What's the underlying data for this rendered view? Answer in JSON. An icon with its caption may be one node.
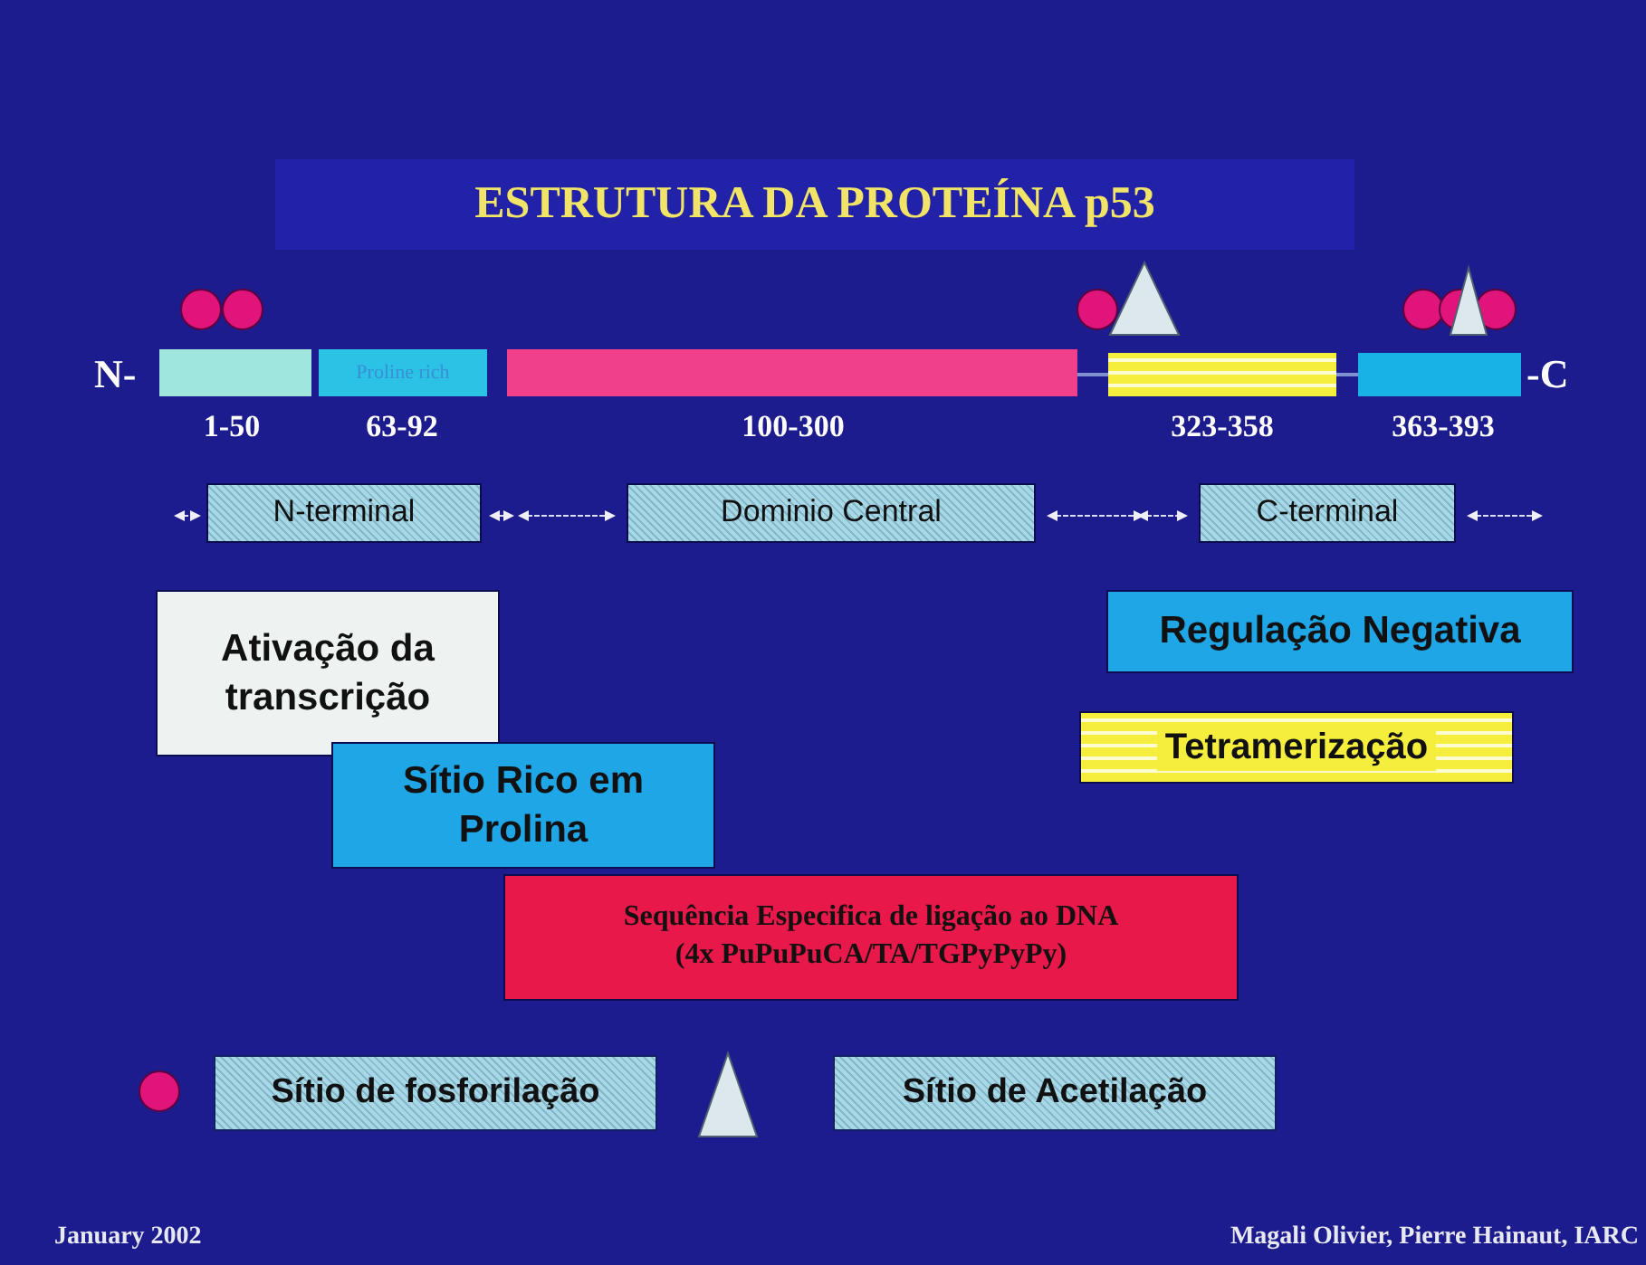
{
  "diagram": {
    "title": "ESTRUTURA DA PROTEÍNA p53",
    "nodes": [
      {
        "text": [],
        "shape": "bar",
        "beside": [
          "1-50"
        ]
      },
      {
        "text": [
          "Proline rich"
        ],
        "beside": [
          "63-92"
        ]
      },
      {
        "text": [],
        "shape": "bar",
        "beside": [
          "100-300"
        ]
      },
      {
        "text": [],
        "shape": "bar",
        "beside": [
          "323-358"
        ]
      },
      {
        "text": [],
        "shape": "bar",
        "beside": [
          "363-393"
        ]
      },
      {
        "text": [
          "N-terminal"
        ]
      },
      {
        "text": [
          "Dominio Central"
        ]
      },
      {
        "text": [
          "C-terminal"
        ]
      },
      {
        "text": [
          "Ativação da transcrição"
        ]
      },
      {
        "text": [
          "Regulação Negativa"
        ]
      },
      {
        "text": [
          "Tetramerização"
        ]
      },
      {
        "text": [
          "Sítio Rico em Prolina"
        ]
      },
      {
        "text": [
          "Sequência Especifica de ligação ao DNA",
          "(4x PuPuPuCA/TA/TGPyPyPy)"
        ]
      }
    ],
    "edges": [
      {
        "from": 2,
        "to": 3,
        "arrow": "none"
      },
      {
        "from": 3,
        "to": 4,
        "arrow": "none"
      }
    ],
    "labels": [
      "N-",
      "-C",
      "January 2002",
      "Magali Olivier, Pierre Hainaut, IARC"
    ],
    "legend": [
      {
        "text": "Sítio de fosforilação"
      },
      {
        "text": "Sítio de Acetilação"
      }
    ]
  }
}
